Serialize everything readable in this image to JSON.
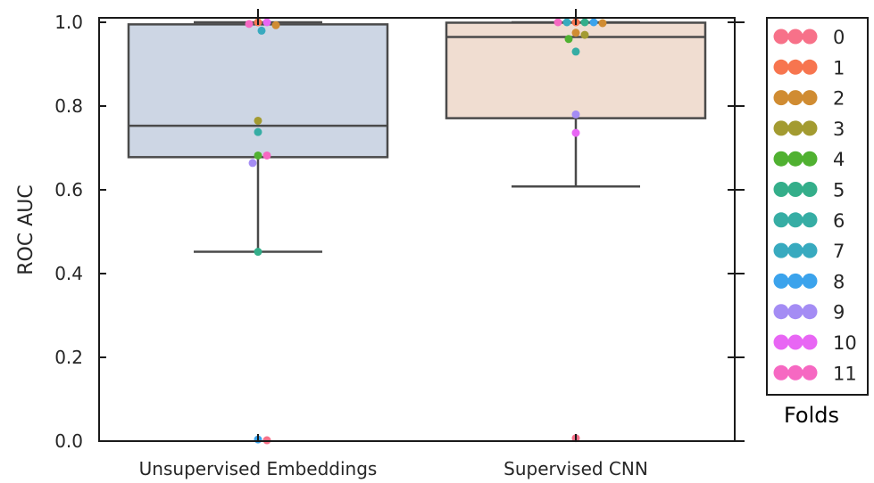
{
  "chart_data": {
    "type": "box",
    "ylabel": "ROC AUC",
    "xlabel": "",
    "ylim": [
      0.0,
      1.0
    ],
    "yticks": [
      "0.0",
      "0.2",
      "0.4",
      "0.6",
      "0.8",
      "1.0"
    ],
    "categories": [
      "Unsupervised Embeddings",
      "Supervised CNN"
    ],
    "boxes": [
      {
        "category": "Unsupervised Embeddings",
        "q1": 0.678,
        "median": 0.753,
        "q3": 0.995,
        "whisker_low": 0.452,
        "whisker_high": 1.0,
        "fill": "#cdd6e4"
      },
      {
        "category": "Supervised CNN",
        "q1": 0.771,
        "median": 0.965,
        "q3": 0.999,
        "whisker_low": 0.608,
        "whisker_high": 1.0,
        "fill": "#f0ddd1"
      }
    ],
    "points": {
      "Unsupervised Embeddings": [
        {
          "fold": 0,
          "y": 0.002
        },
        {
          "fold": 1,
          "y": 1.0
        },
        {
          "fold": 2,
          "y": 0.993
        },
        {
          "fold": 3,
          "y": 0.765
        },
        {
          "fold": 4,
          "y": 0.682
        },
        {
          "fold": 5,
          "y": 0.452
        },
        {
          "fold": 6,
          "y": 0.738
        },
        {
          "fold": 7,
          "y": 0.98
        },
        {
          "fold": 8,
          "y": 0.004
        },
        {
          "fold": 9,
          "y": 0.664
        },
        {
          "fold": 10,
          "y": 1.0
        },
        {
          "fold": 11,
          "y": 0.682
        },
        {
          "fold": 11,
          "y": 0.996
        }
      ],
      "Supervised CNN": [
        {
          "fold": 0,
          "y": 0.007
        },
        {
          "fold": 1,
          "y": 1.0
        },
        {
          "fold": 2,
          "y": 0.975
        },
        {
          "fold": 3,
          "y": 0.97
        },
        {
          "fold": 4,
          "y": 0.96
        },
        {
          "fold": 5,
          "y": 1.0
        },
        {
          "fold": 6,
          "y": 0.93
        },
        {
          "fold": 7,
          "y": 1.0
        },
        {
          "fold": 8,
          "y": 1.0
        },
        {
          "fold": 9,
          "y": 0.78
        },
        {
          "fold": 10,
          "y": 0.736
        },
        {
          "fold": 11,
          "y": 1.0
        },
        {
          "fold": 2,
          "y": 0.998
        }
      ]
    },
    "legend": {
      "title": "Folds",
      "placement": "right-outside",
      "entries": [
        "0",
        "1",
        "2",
        "3",
        "4",
        "5",
        "6",
        "7",
        "8",
        "9",
        "10",
        "11"
      ]
    },
    "fold_colors": [
      "#f77189",
      "#f7754f",
      "#d08c32",
      "#a39b31",
      "#50b131",
      "#34ae8a",
      "#36ada4",
      "#38aabf",
      "#3ba3ec",
      "#a48cf4",
      "#e866f4",
      "#f668c2"
    ],
    "colors": {
      "box_edge": "#4a4a4a",
      "axis": "#1a1a1a"
    }
  }
}
